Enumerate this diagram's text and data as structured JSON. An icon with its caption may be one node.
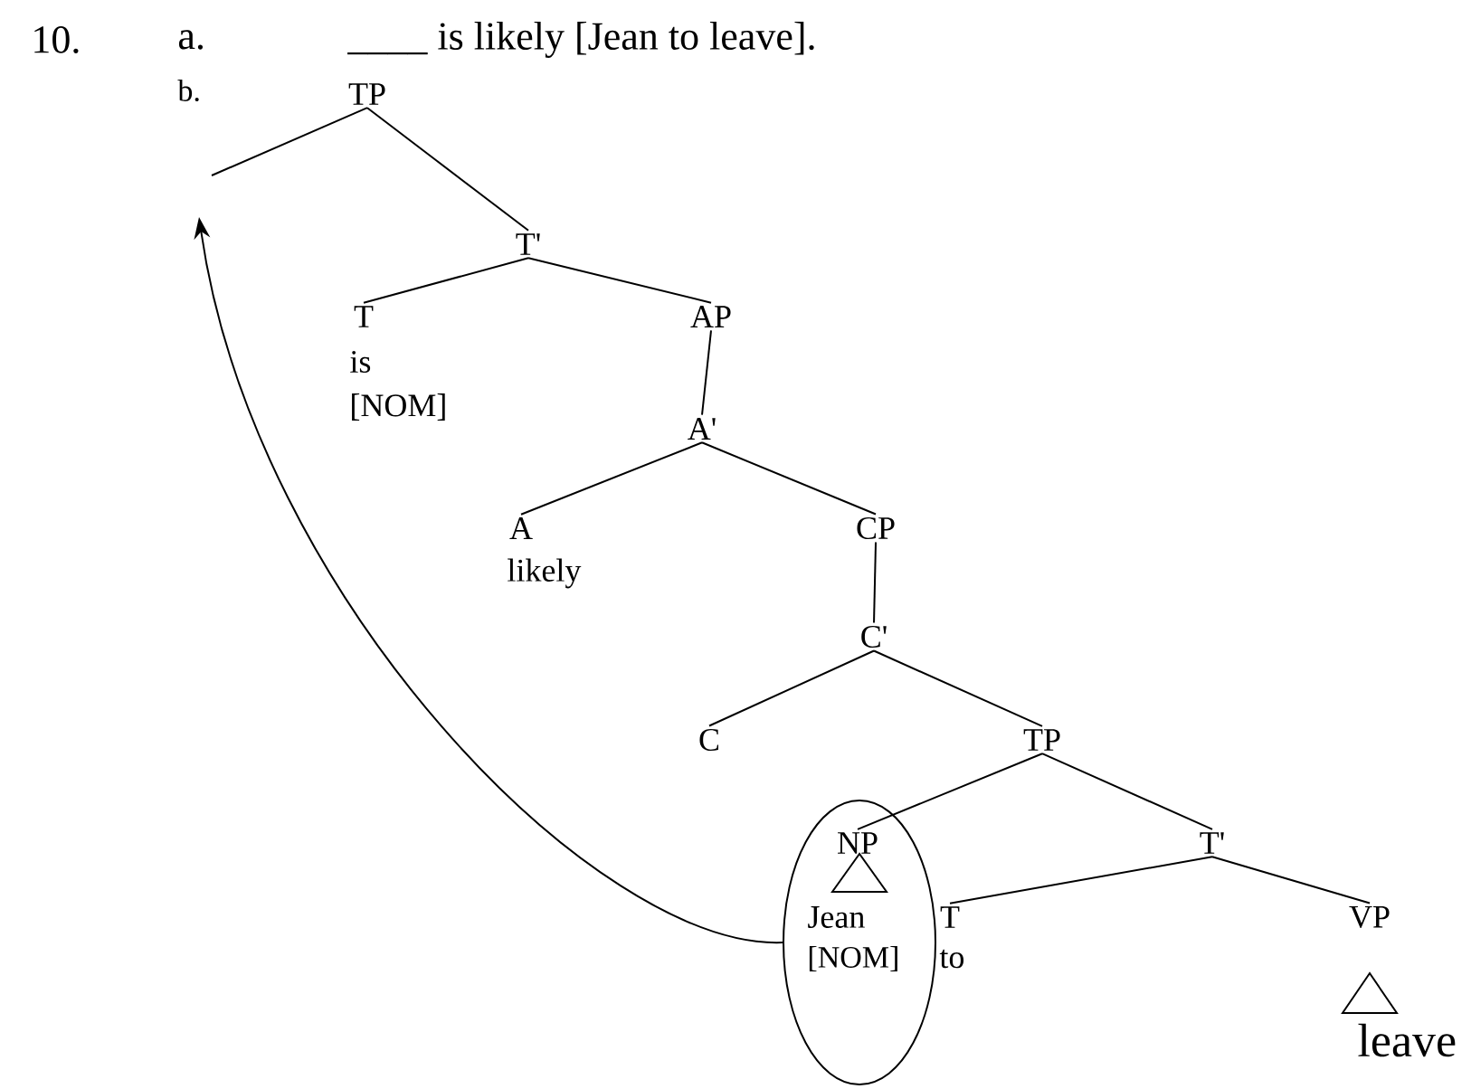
{
  "diagram": {
    "nodes": [
      {
        "text": [
          "TP"
        ]
      },
      {
        "text": [
          "T'"
        ]
      },
      {
        "text": [
          "T",
          "is",
          "[NOM]"
        ]
      },
      {
        "text": [
          "AP"
        ]
      },
      {
        "text": [
          "A'"
        ]
      },
      {
        "text": [
          "A",
          "likely"
        ]
      },
      {
        "text": [
          "CP"
        ]
      },
      {
        "text": [
          "C'"
        ]
      },
      {
        "text": [
          "C"
        ]
      },
      {
        "text": [
          "TP"
        ]
      },
      {
        "text": [],
        "shape": "circle"
      },
      {
        "text": [
          "NP",
          "Jean",
          "[NOM]"
        ],
        "in": 10
      },
      {
        "text": [
          "T'"
        ]
      },
      {
        "text": [
          "T",
          "to"
        ]
      },
      {
        "text": [
          "VP",
          "leave"
        ]
      }
    ],
    "edges": [
      {
        "from": 0,
        "to": null,
        "arrow": "none"
      },
      {
        "from": 0,
        "to": 1,
        "arrow": "none"
      },
      {
        "from": 1,
        "to": 2,
        "arrow": "none"
      },
      {
        "from": 1,
        "to": 3,
        "arrow": "none"
      },
      {
        "from": 3,
        "to": 4,
        "arrow": "none"
      },
      {
        "from": 4,
        "to": 5,
        "arrow": "none"
      },
      {
        "from": 4,
        "to": 6,
        "arrow": "none"
      },
      {
        "from": 6,
        "to": 7,
        "arrow": "none"
      },
      {
        "from": 7,
        "to": 8,
        "arrow": "none"
      },
      {
        "from": 7,
        "to": 9,
        "arrow": "none"
      },
      {
        "from": 9,
        "to": 11,
        "arrow": "none"
      },
      {
        "from": 9,
        "to": 12,
        "arrow": "none"
      },
      {
        "from": 12,
        "to": 13,
        "arrow": "none"
      },
      {
        "from": 12,
        "to": 14,
        "arrow": "none"
      },
      {
        "from": 10,
        "to": null,
        "arrow": "to"
      }
    ],
    "labels": [
      "10.",
      "a.",
      "____ is likely [Jean to leave].",
      "b."
    ]
  }
}
